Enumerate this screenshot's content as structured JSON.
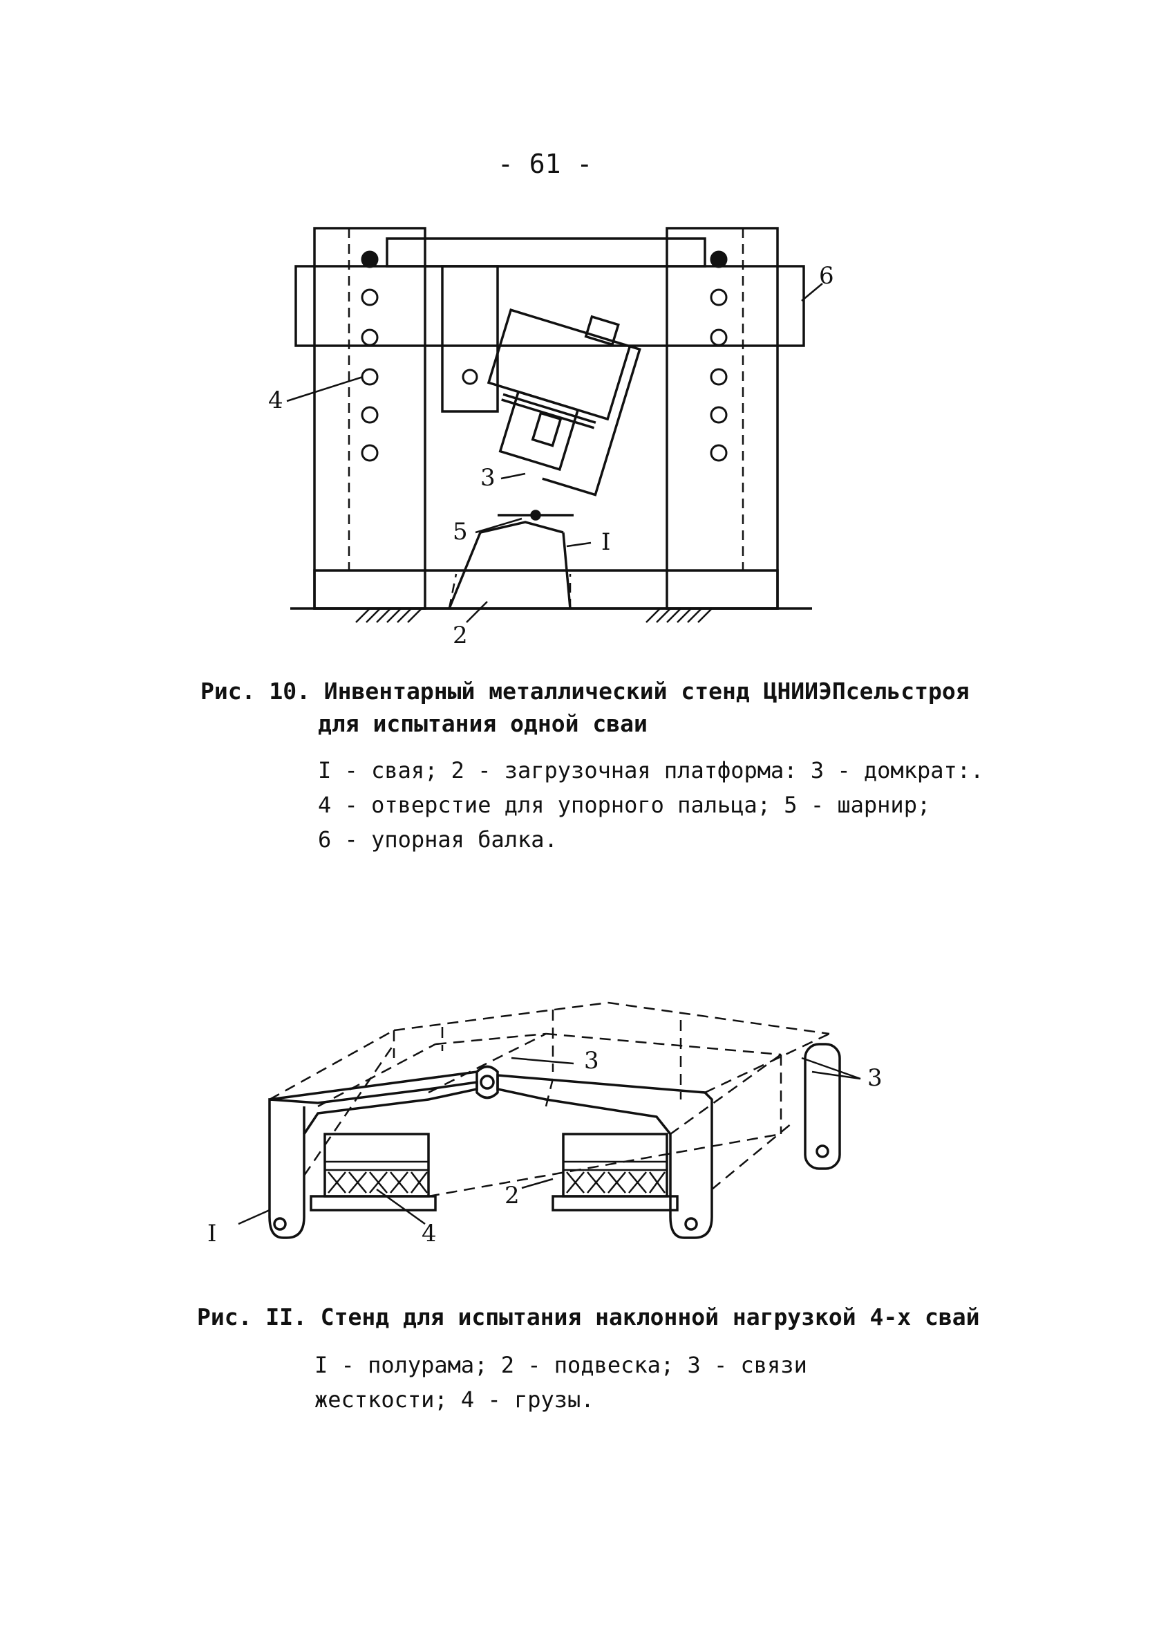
{
  "page_number": "- 61 -",
  "figure10": {
    "caption_line1": "Рис. 10. Инвентарный металлический стенд ЦНИИЭПсельстроя",
    "caption_line2": "для испытания одной сваи",
    "legend_line1": "I - свая; 2 - загрузочная платформа: 3 - домкрат:.",
    "legend_line2": "4 - отверстие для упорного пальца; 5 - шарнир;",
    "legend_line3": "6 - упорная балка.",
    "labels": {
      "l1": "I",
      "l2": "2",
      "l3": "3",
      "l4": "4",
      "l5": "5",
      "l6": "6"
    }
  },
  "figure11": {
    "caption": "Рис. II. Стенд для испытания наклонной нагрузкой 4-х свай",
    "legend_line1": "I - полурама; 2 - подвеска; 3 - связи",
    "legend_line2": "жесткости; 4 - грузы.",
    "labels": {
      "l1": "I",
      "l2": "2",
      "l3a": "3",
      "l3b": "3",
      "l4": "4"
    }
  }
}
